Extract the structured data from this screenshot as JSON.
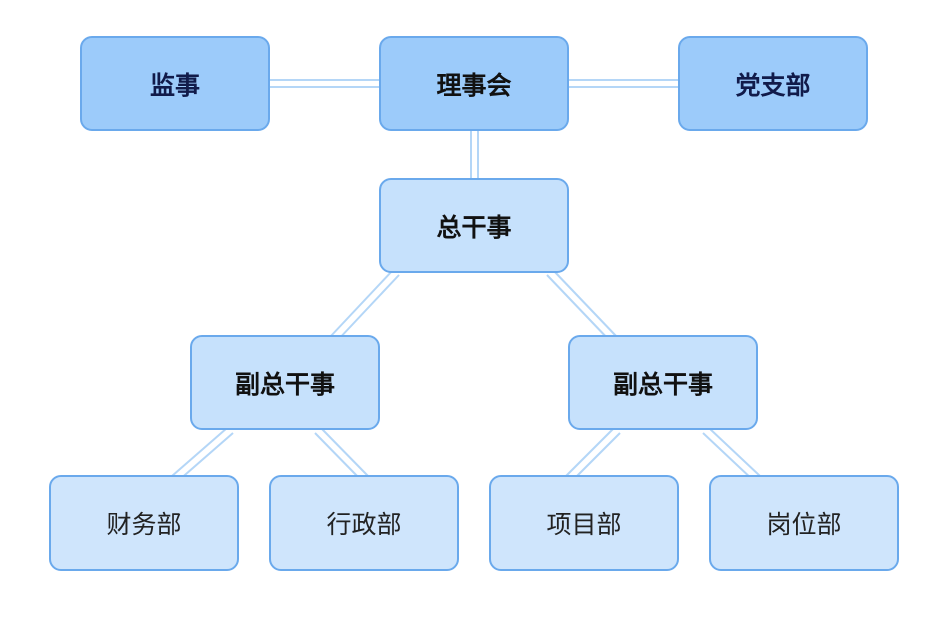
{
  "colors": {
    "top_fill": "#9ccbfa",
    "mid_fill": "#c6e1fc",
    "leaf_fill": "#cfe5fc",
    "border": "#6aa9ec",
    "connector": "#b4d6f7"
  },
  "org": {
    "supervisor": "监事",
    "council": "理事会",
    "party_branch": "党支部",
    "secretary_general": "总干事",
    "deputy_left": "副总干事",
    "deputy_right": "副总干事",
    "finance": "财务部",
    "administration": "行政部",
    "projects": "项目部",
    "positions": "岗位部"
  }
}
